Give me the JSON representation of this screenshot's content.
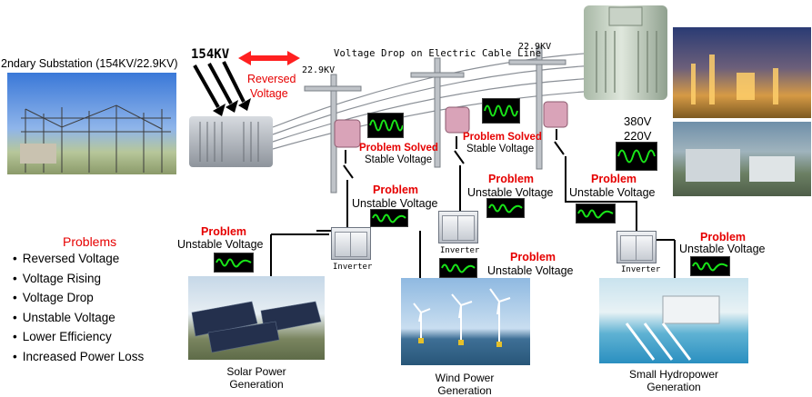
{
  "substation": {
    "title": "2ndary Substation (154KV/22.9KV)",
    "voltage_in": "154KV"
  },
  "arrow_label": [
    "Reversed",
    "Voltage"
  ],
  "line": {
    "title": "Voltage Drop on Electric Cable Line",
    "v1": "22.9KV",
    "v2": "22.9KV"
  },
  "transformer_out": {
    "v380": "380V",
    "v220": "220V"
  },
  "solved1": {
    "problem": "Problem Solved",
    "status": "Stable Voltage"
  },
  "solved2": {
    "problem": "Problem Solved",
    "status": "Stable Voltage"
  },
  "branches": [
    {
      "problem": "Problem",
      "status": "Unstable Voltage"
    },
    {
      "problem": "Problem",
      "status": "Unstable Voltage"
    },
    {
      "problem": "Problem",
      "status": "Unstable Voltage"
    }
  ],
  "gens": [
    {
      "problem": "Problem",
      "status": "Unstable Voltage",
      "inverter": "Inverter",
      "caption": [
        "Solar Power",
        "Generation"
      ]
    },
    {
      "problem": "Problem",
      "status": "Unstable Voltage",
      "inverter": "Inverter",
      "caption": [
        "Wind Power",
        "Generation"
      ]
    },
    {
      "problem": "Problem",
      "status": "Unstable Voltage",
      "inverter": "Inverter",
      "caption": [
        "Small Hydropower",
        "Generation"
      ]
    }
  ],
  "problems": {
    "title": "Problems",
    "items": [
      "Reversed Voltage",
      "Voltage Rising",
      "Voltage Drop",
      "Unstable Voltage",
      "Lower Efficiency",
      "Increased Power Loss"
    ]
  },
  "colors": {
    "problem_red": "#e60000",
    "wave_green": "#19e619",
    "arrow_red": "#ff2020"
  }
}
